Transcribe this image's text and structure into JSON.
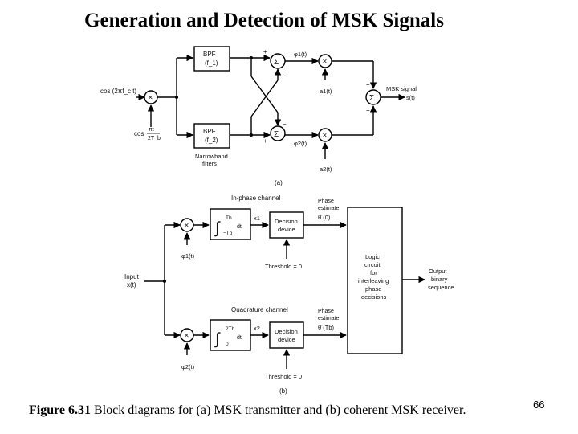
{
  "title": "Generation and Detection of MSK Signals",
  "caption": {
    "fig_label": "Figure 6.31",
    "text": " Block diagrams for (a) MSK transmitter and (b) coherent MSK receiver."
  },
  "page_number": "66",
  "transmitter": {
    "input1": "cos (2πf_c t)",
    "input2_top": "πt",
    "input2_bot": "2T_b",
    "input2_prefix": "cos",
    "bpf_label": "BPF",
    "bpf1_freq": "(f_1)",
    "bpf2_freq": "(f_2)",
    "narrowband": "Narrowband",
    "filters": "filters",
    "phi1": "φ1(t)",
    "phi2": "φ2(t)",
    "a1": "a1(t)",
    "a2": "a2(t)",
    "msk_label": "MSK signal",
    "msk_sym": "s(t)",
    "sub_label": "(a)"
  },
  "receiver": {
    "inphase": "In-phase channel",
    "quad": "Quadrature channel",
    "input": "Input",
    "input_sym": "x(t)",
    "phi1": "φ1(t)",
    "phi2": "φ2(t)",
    "int1_upper": "Tb",
    "int1_lower": "−Tb",
    "int2_upper": "2Tb",
    "int2_lower": "0",
    "dt": "dt",
    "x1": "x1",
    "x2": "x2",
    "decision1": "Decision",
    "decision2": "device",
    "threshold": "Threshold = 0",
    "phase_est1": "Phase",
    "phase_est2": "estimate",
    "theta0": "θ̂ (0)",
    "thetaTb": "θ̂ (Tb)",
    "logic": [
      "Logic",
      "circuit",
      "for",
      "interleaving",
      "phase",
      "decisions"
    ],
    "output": [
      "Output",
      "binary",
      "sequence"
    ],
    "sub_label": "(b)"
  }
}
